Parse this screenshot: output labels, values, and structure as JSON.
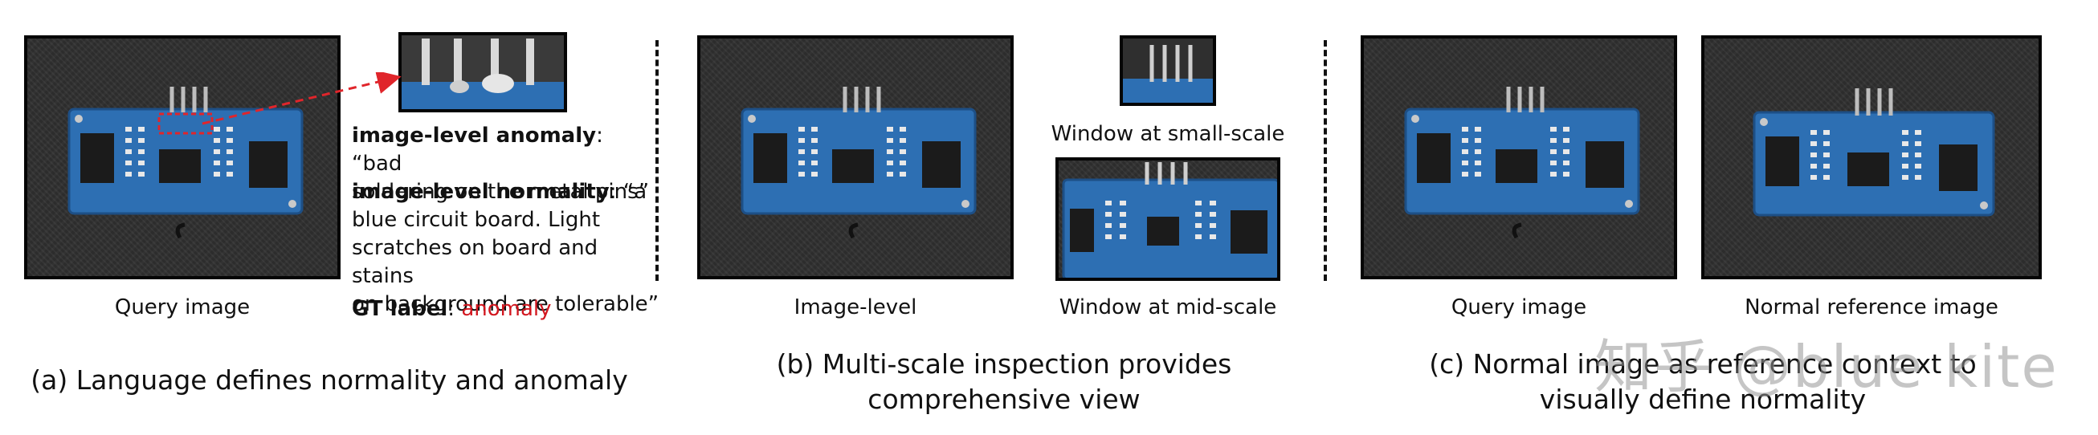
{
  "panel_a": {
    "query_caption": "Query image",
    "anomaly_label": "image-level anomaly",
    "anomaly_text_1": ": “bad",
    "anomaly_text_2": "soldering on the metal pins”",
    "normality_label": "image-level normality",
    "normality_text_1": ": “a",
    "normality_text_2": "blue circuit board. Light",
    "normality_text_3": "scratches on board and stains",
    "normality_text_4": "on background are tolerable”",
    "gt_label": "GT label",
    "gt_sep": ": ",
    "gt_value": "anomaly",
    "subtitle": "(a) Language defines normality and anomaly"
  },
  "panel_b": {
    "image_level_caption": "Image-level",
    "small_scale_caption": "Window at small-scale",
    "mid_scale_caption": "Window at mid-scale",
    "subtitle_line1": "(b) Multi-scale inspection provides",
    "subtitle_line2": "comprehensive view"
  },
  "panel_c": {
    "query_caption": "Query image",
    "reference_caption": "Normal reference image",
    "subtitle_line1": "(c) Normal image as reference context to",
    "subtitle_line2": "visually define normality"
  },
  "watermark": "知乎 @blue kite",
  "colors": {
    "anomaly_red": "#d2161e",
    "board_blue": "#2d6fb3",
    "background": "#2f2f2f"
  },
  "icons": {
    "board": "circuit-board-image",
    "arrow": "dashed-red-arrow"
  }
}
